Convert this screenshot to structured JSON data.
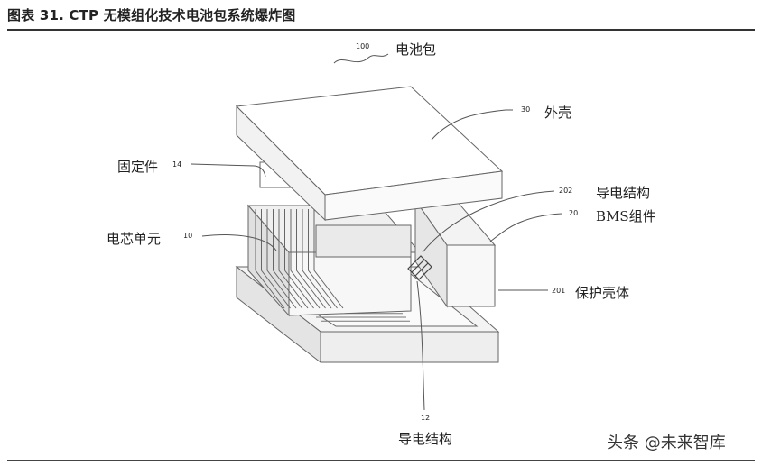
{
  "figure": {
    "caption": "图表 31. CTP 无模组化技术电池包系统爆炸图",
    "labels": {
      "battery_pack": {
        "num": "100",
        "text": "电池包"
      },
      "shell": {
        "num": "30",
        "text": "外壳"
      },
      "fixing_part": {
        "num": "14",
        "text": "固定件"
      },
      "conductive_upper": {
        "num": "202",
        "text": "导电结构"
      },
      "bms": {
        "num": "20",
        "text": "BMS组件"
      },
      "cell_unit": {
        "num": "10",
        "text": "电芯单元"
      },
      "protective_shell": {
        "num": "201",
        "text": "保护壳体"
      },
      "conductive_lower": {
        "num": "12",
        "text": "导电结构"
      }
    },
    "watermark": "头条 @未来智库"
  }
}
